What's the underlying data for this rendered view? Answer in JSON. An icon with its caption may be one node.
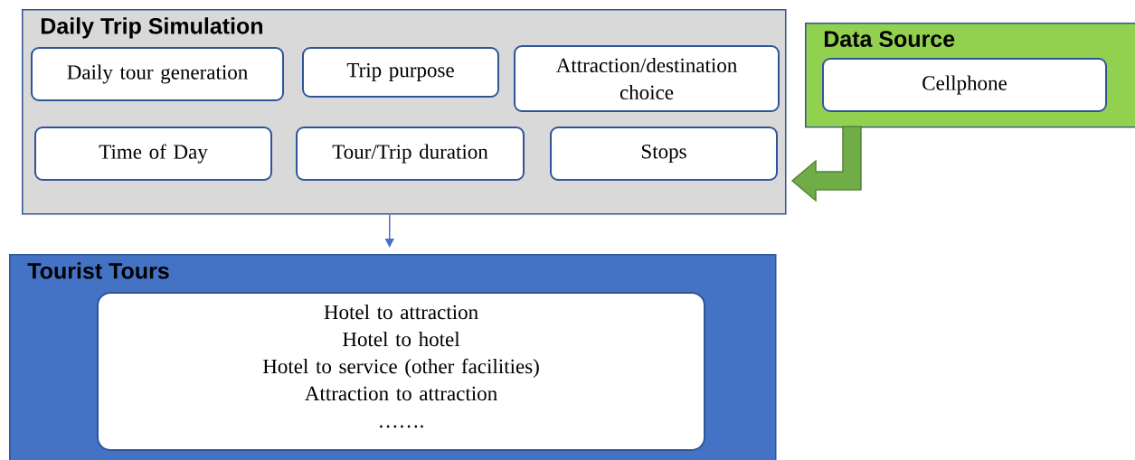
{
  "diagram": {
    "nodes": [
      {
        "text": [
          "Daily Trip Simulation"
        ]
      },
      {
        "text": [
          "Daily tour generation"
        ],
        "in": 0
      },
      {
        "text": [
          "Trip purpose"
        ],
        "in": 0
      },
      {
        "text": [
          "Attraction/destination choice"
        ],
        "in": 0
      },
      {
        "text": [
          "Time of Day"
        ],
        "in": 0
      },
      {
        "text": [
          "Tour/Trip duration"
        ],
        "in": 0
      },
      {
        "text": [
          "Stops"
        ],
        "in": 0
      },
      {
        "text": [
          "Data Source"
        ]
      },
      {
        "text": [
          "Cellphone"
        ],
        "in": 7
      },
      {
        "text": [
          "Tourist Tours"
        ]
      },
      {
        "text": [
          "Hotel to attraction",
          "Hotel to hotel",
          "Hotel to service (other facilities)",
          "Attraction to attraction",
          "……."
        ],
        "in": 9
      }
    ],
    "edges": [
      {
        "from": 7,
        "to": 0,
        "arrow": "to",
        "style": "thick",
        "color": "#70ad47"
      },
      {
        "from": 0,
        "to": 9,
        "arrow": "to",
        "color": "#4472c4"
      }
    ]
  }
}
